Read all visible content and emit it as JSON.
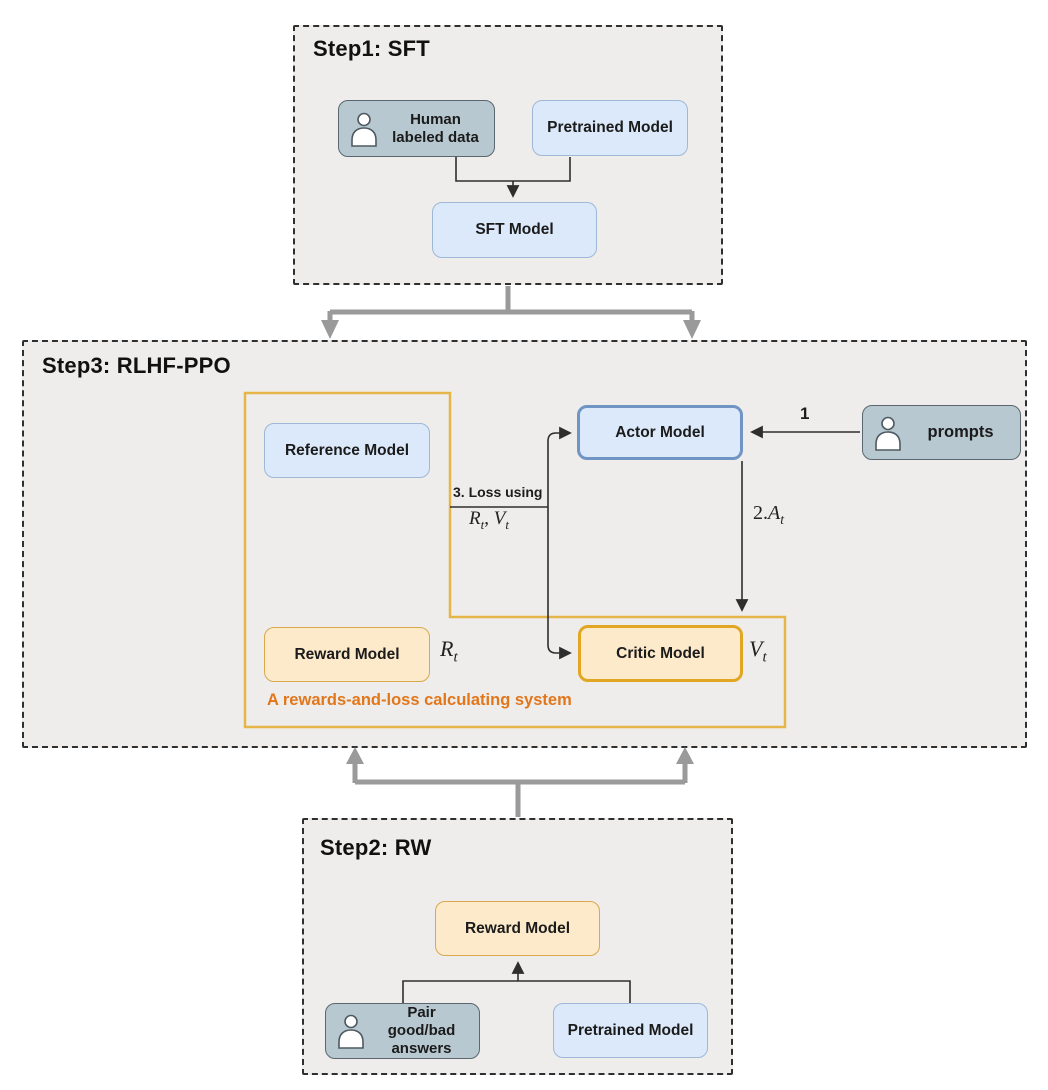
{
  "colors": {
    "step_background": "#eeedeb",
    "dashed_border": "#2f2f2f",
    "blue_fill": "#dbe9fa",
    "blue_border": "#9db8d8",
    "actor_border": "#7095c4",
    "gray_fill": "#b7c8d0",
    "gray_border": "#5a676e",
    "orange_fill": "#fdeacb",
    "orange_border": "#d8a94f",
    "critic_border": "#e1a722",
    "system_box_border": "#e6b54a",
    "system_caption_color": "#e2761b",
    "connector_gray": "#9a9a9a",
    "line_black": "#2e2e2e"
  },
  "step1": {
    "title": "Step1: SFT",
    "nodes": {
      "human_labeled": {
        "line1": "Human",
        "line2": "labeled data",
        "icon": "person-icon"
      },
      "pretrained": {
        "label": "Pretrained Model"
      },
      "sft": {
        "label": "SFT Model"
      }
    }
  },
  "step3": {
    "title": "Step3: RLHF-PPO",
    "nodes": {
      "reference": {
        "label": "Reference Model"
      },
      "reward": {
        "label": "Reward Model"
      },
      "actor": {
        "label": "Actor Model"
      },
      "critic": {
        "label": "Critic Model"
      },
      "prompts": {
        "label": "prompts",
        "icon": "person-icon"
      }
    },
    "labels": {
      "step_number_1": "1",
      "advantage": "2.A_t",
      "loss_caption": "3. Loss using",
      "loss_terms": "R_t, V_t",
      "reward_signal": "R_t",
      "value_signal": "V_t",
      "system_caption": "A rewards-and-loss calculating system"
    }
  },
  "step2": {
    "title": "Step2: RW",
    "nodes": {
      "reward": {
        "label": "Reward Model"
      },
      "pair_answers": {
        "line1": "Pair good/bad",
        "line2": "answers",
        "icon": "person-icon"
      },
      "pretrained": {
        "label": "Pretrained Model"
      }
    }
  }
}
